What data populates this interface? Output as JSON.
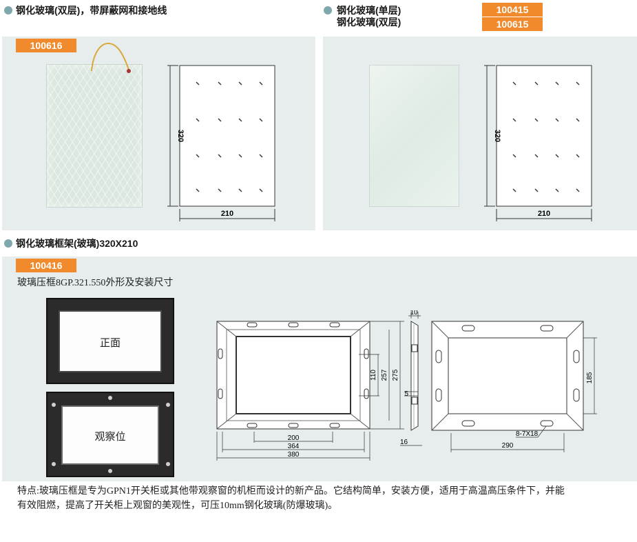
{
  "sections": {
    "top_left": {
      "title": "钢化玻璃(双层)，带屏蔽网和接地线",
      "code": "100616"
    },
    "top_right": {
      "line1": "钢化玻璃(单层)",
      "line2": "钢化玻璃(双层)",
      "code1": "100415",
      "code2": "100615"
    },
    "bottom": {
      "title": "钢化玻璃框架(玻璃)320X210",
      "code": "100416",
      "subtitle": "玻璃压框8GP.321.550外形及安装尺寸",
      "front_label": "正面",
      "view_label": "观察位",
      "feature_line1": "特点:玻璃压框是专为GPN1开关柜或其他带观察窗的机柜而设计的新产品。它结构简单，安装方便，适用于高温高压条件下，并能",
      "feature_line2": "有效阻燃，提高了开关柜上观窗的美观性，可压10mm钢化玻璃(防爆玻璃)。"
    }
  },
  "dimensions": {
    "glass_height": "320",
    "glass_width": "210",
    "d200": "200",
    "d364": "364",
    "d380": "380",
    "d110": "110",
    "d257": "257",
    "d275": "275",
    "d10": "10",
    "d5": "5",
    "d16": "16",
    "d185": "185",
    "d290": "290",
    "holes": "8-7X18"
  },
  "colors": {
    "accent": "#f08a2c",
    "panel": "#e7eced",
    "bullet": "#7fa8ae"
  }
}
